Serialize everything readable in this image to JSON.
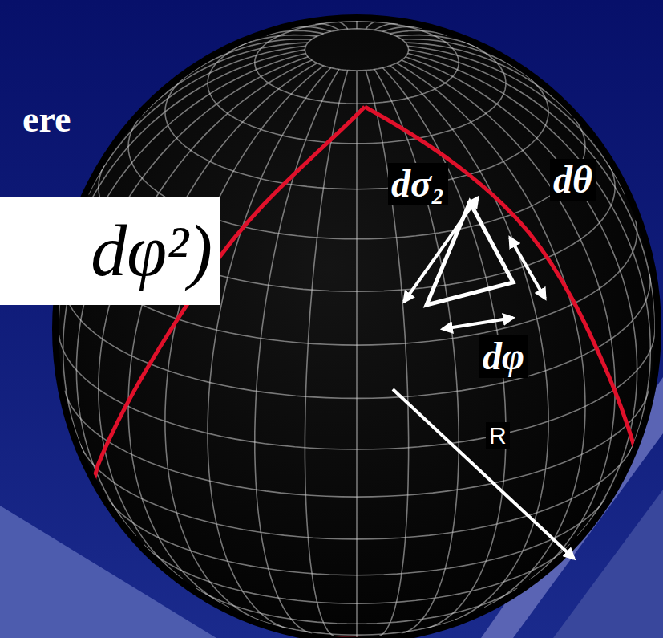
{
  "diagram": {
    "nodes": [
      {
        "text": [
          "dφ²)"
        ]
      }
    ],
    "labels": [
      "ere",
      "dθ",
      "dσ₂",
      "dφ",
      "R"
    ]
  }
}
